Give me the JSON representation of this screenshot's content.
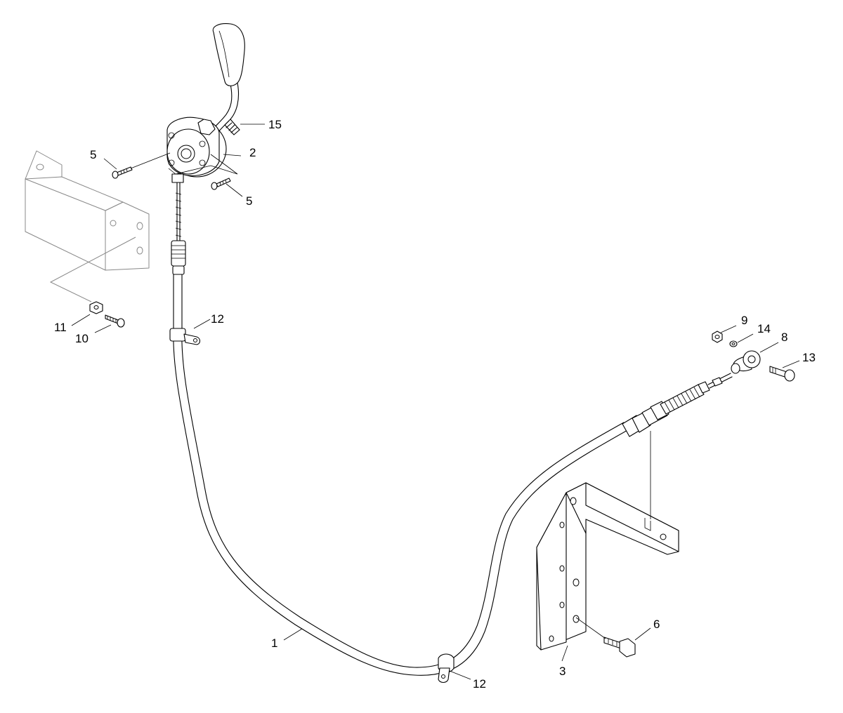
{
  "callouts": [
    {
      "id": "label-1",
      "text": "1"
    },
    {
      "id": "label-2",
      "text": "2"
    },
    {
      "id": "label-3",
      "text": "3"
    },
    {
      "id": "label-5a",
      "text": "5"
    },
    {
      "id": "label-5b",
      "text": "5"
    },
    {
      "id": "label-6",
      "text": "6"
    },
    {
      "id": "label-8",
      "text": "8"
    },
    {
      "id": "label-9",
      "text": "9"
    },
    {
      "id": "label-10",
      "text": "10"
    },
    {
      "id": "label-11",
      "text": "11"
    },
    {
      "id": "label-12a",
      "text": "12"
    },
    {
      "id": "label-12b",
      "text": "12"
    },
    {
      "id": "label-13",
      "text": "13"
    },
    {
      "id": "label-14",
      "text": "14"
    },
    {
      "id": "label-15",
      "text": "15"
    }
  ]
}
